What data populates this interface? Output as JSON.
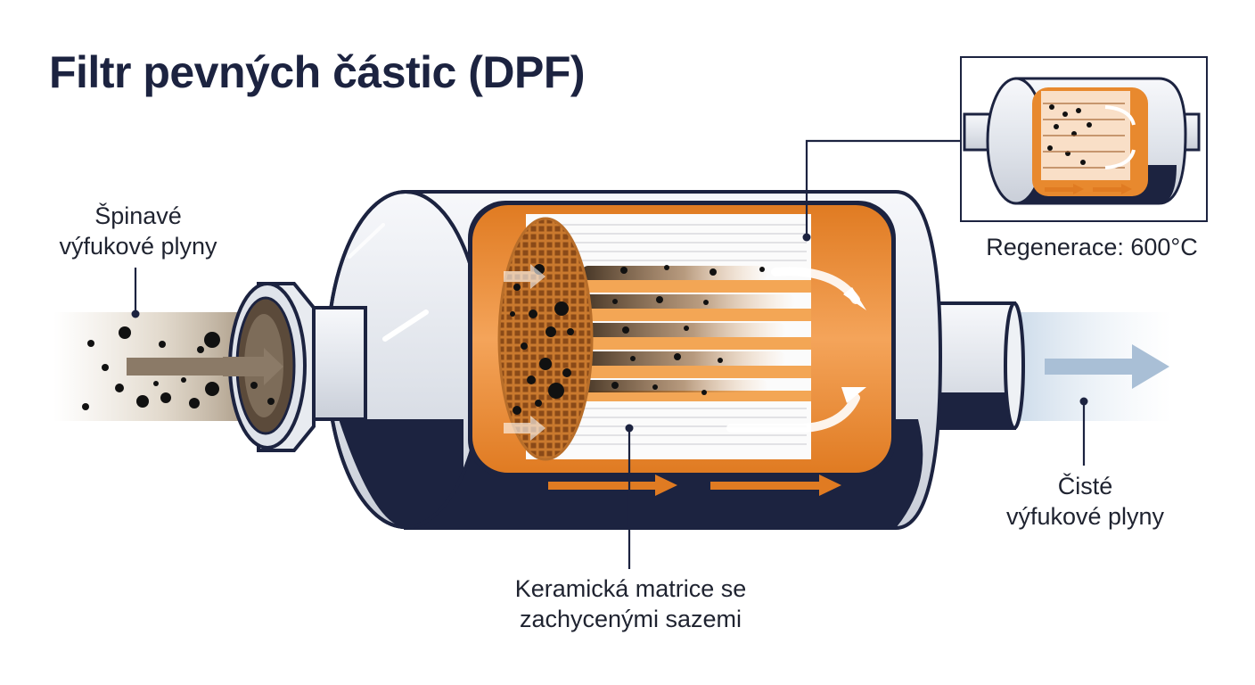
{
  "title": "Filtr pevných částic (DPF)",
  "labels": {
    "dirty_gas": {
      "line1": "Špinavé",
      "line2": "výfukové plyny"
    },
    "clean_gas": {
      "line1": "Čisté",
      "line2": "výfukové plyny"
    },
    "matrix": {
      "line1": "Keramická matrice se",
      "line2": "zachycenými sazemi"
    },
    "regeneration": "Regenerace: 600°C"
  },
  "colors": {
    "navy": "#1c2340",
    "orange": "#e8892e",
    "orange_light": "#f3a655",
    "soot": "#111111",
    "clean_arrow": "#a9bfd6",
    "steel": "#e4e7ee"
  }
}
